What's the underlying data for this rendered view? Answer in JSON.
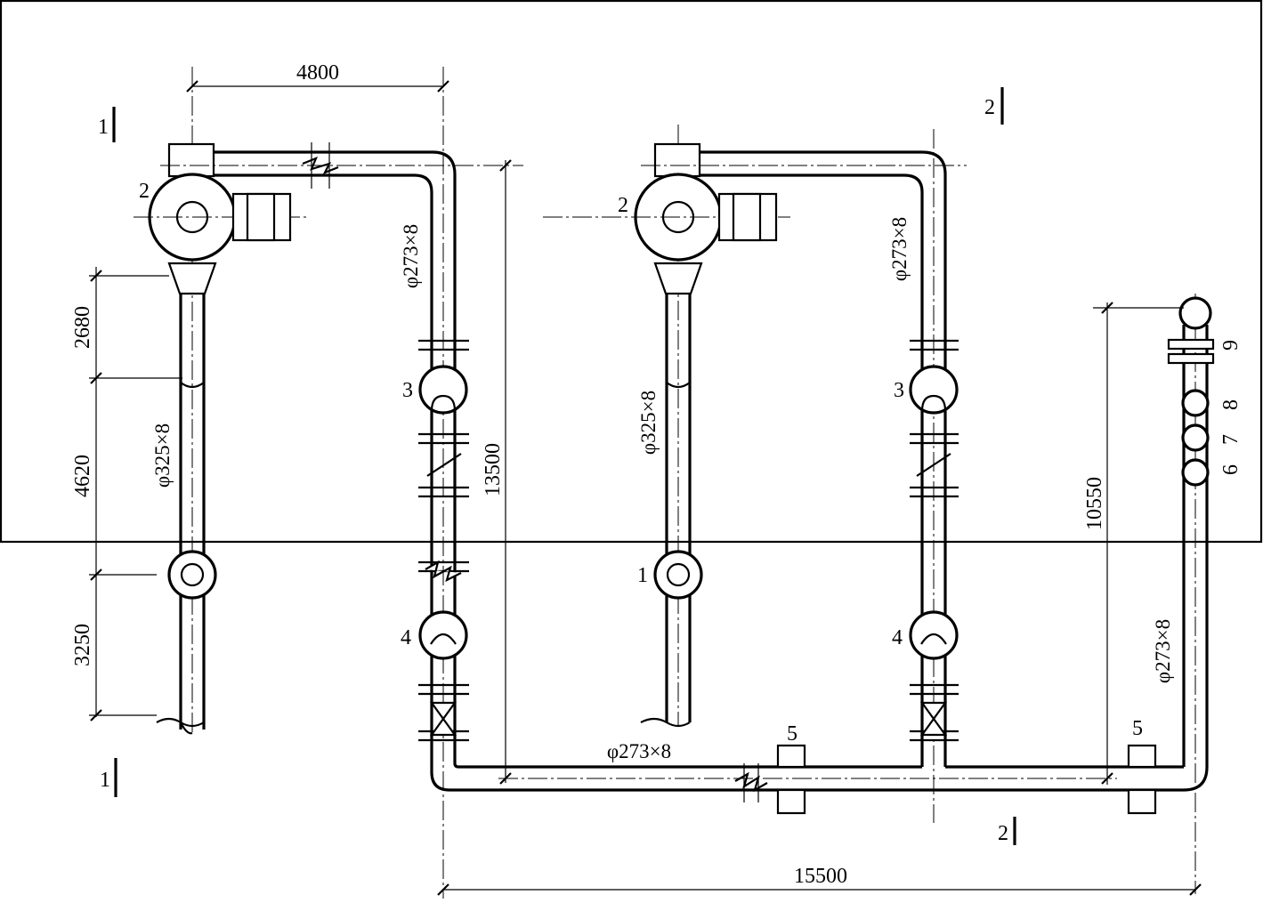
{
  "colors": {
    "line": "#000000",
    "background": "#ffffff"
  },
  "dimensions": {
    "d_4800": "4800",
    "d_2680": "2680",
    "d_4620": "4620",
    "d_3250": "3250",
    "d_13500": "13500",
    "d_10550": "10550",
    "d_15500": "15500"
  },
  "pipe_specs": {
    "left_vertical": "φ325×8",
    "left_riser": "φ273×8",
    "middle_vertical": "φ325×8",
    "middle_riser": "φ273×8",
    "bottom_header": "φ273×8",
    "right_vertical": "φ273×8"
  },
  "component_labels": {
    "one": "1",
    "two": "2",
    "three": "3",
    "four": "4",
    "five": "5",
    "six": "6",
    "seven": "7",
    "eight": "8",
    "nine": "9"
  },
  "section_marks": {
    "section_1": "1",
    "section_2": "2"
  }
}
